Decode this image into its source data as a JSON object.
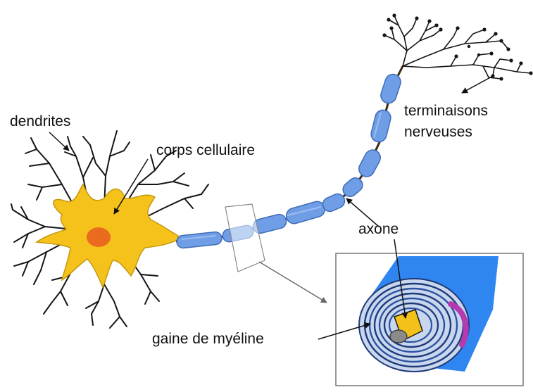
{
  "labels": {
    "dendrites": "dendrites",
    "cell_body": "corps cellulaire",
    "nerve_endings_line1": "terminaisons",
    "nerve_endings_line2": "nerveuses",
    "axon": "axone",
    "myelin_sheath": "gaine de myéline"
  },
  "colors": {
    "cell_body": "#f5c21b",
    "nucleus": "#ea6a1e",
    "myelin": "#6f9ee6",
    "myelin_dark": "#3f6db8",
    "inset_blue": "#2f86f0",
    "axon_core": "#f2c21a",
    "magenta": "#b53ab0",
    "branch": "#151515"
  },
  "icons": {
    "neuron": "neuron-illustration",
    "inset": "myelin-cross-section-illustration"
  }
}
